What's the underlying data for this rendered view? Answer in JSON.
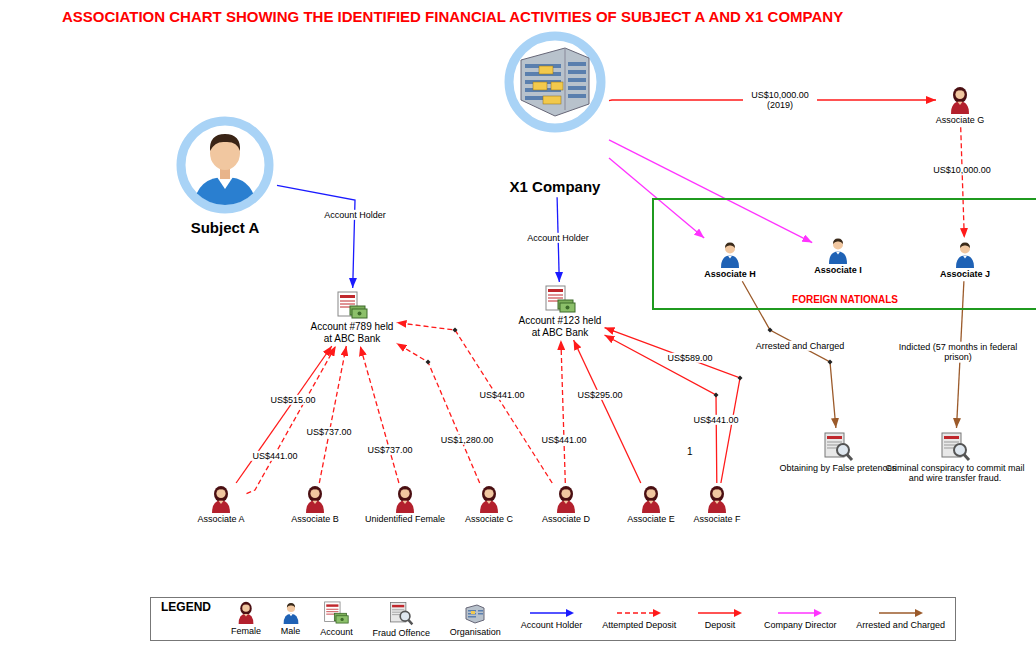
{
  "diagram": {
    "title": "ASSOCIATION CHART SHOWING THE IDENTIFIED FINANCIAL ACTIVITIES OF SUBJECT A  AND X1 COMPANY",
    "nodes": [
      {
        "text": [
          "Subject A"
        ]
      },
      {
        "text": [
          "X1 Company"
        ]
      },
      {
        "text": [
          "Associate G"
        ]
      },
      {
        "text": [
          "FOREIGN NATIONALS"
        ]
      },
      {
        "text": [
          "Associate H"
        ],
        "in": 3
      },
      {
        "text": [
          "Associate I"
        ],
        "in": 3
      },
      {
        "text": [
          "Associate J"
        ],
        "in": 3
      },
      {
        "text": [
          "Account #789 held at ABC Bank"
        ]
      },
      {
        "text": [
          "Account #123 held at ABC Bank"
        ]
      },
      {
        "text": [
          "Obtaining by False pretences"
        ]
      },
      {
        "text": [
          "Criminal conspiracy to commit mail and wire transfer fraud."
        ]
      },
      {
        "text": [
          "Associate A"
        ]
      },
      {
        "text": [
          "Associate B"
        ]
      },
      {
        "text": [
          "Unidentified Female"
        ]
      },
      {
        "text": [
          "Associate C"
        ]
      },
      {
        "text": [
          "Associate D"
        ]
      },
      {
        "text": [
          "Associate E"
        ]
      },
      {
        "text": [
          "Associate F"
        ]
      }
    ],
    "edges": [
      {
        "from": 0,
        "to": 7,
        "label": "Account Holder",
        "arrow": "to"
      },
      {
        "from": 1,
        "to": 8,
        "label": "Account Holder",
        "arrow": "to"
      },
      {
        "from": 1,
        "to": 2,
        "label": "US$10,000.00 (2019)",
        "arrow": "to"
      },
      {
        "from": 2,
        "to": 6,
        "label": "US$10,000.00",
        "arrow": "to"
      },
      {
        "from": 1,
        "to": 4,
        "arrow": "to"
      },
      {
        "from": 1,
        "to": 5,
        "arrow": "to"
      },
      {
        "from": 4,
        "to": 9,
        "label": "Arrested and Charged",
        "arrow": "to"
      },
      {
        "from": 6,
        "to": 10,
        "label": "Indicted (57 months in federal prison)",
        "arrow": "to"
      },
      {
        "from": 11,
        "to": 7,
        "label": "US$515.00",
        "arrow": "to"
      },
      {
        "from": 11,
        "to": 7,
        "label": "US$441.00",
        "arrow": "to"
      },
      {
        "from": 12,
        "to": 7,
        "label": "US$737.00",
        "arrow": "to"
      },
      {
        "from": 13,
        "to": 7,
        "label": "US$737.00",
        "arrow": "to"
      },
      {
        "from": 14,
        "to": 7,
        "label": "US$1,280.00",
        "arrow": "to"
      },
      {
        "from": 15,
        "to": 7,
        "label": "US$441.00",
        "arrow": "to"
      },
      {
        "from": 15,
        "to": 8,
        "label": "US$441.00",
        "arrow": "to"
      },
      {
        "from": 16,
        "to": 8,
        "label": "US$295.00",
        "arrow": "to"
      },
      {
        "from": 17,
        "to": 8,
        "label": "US$589.00",
        "arrow": "to"
      },
      {
        "from": 17,
        "to": 8,
        "label": "US$441.00",
        "arrow": "to"
      }
    ],
    "labels": [
      "1",
      "LEGEND"
    ],
    "legend": [
      {
        "text": "Female"
      },
      {
        "text": "Male"
      },
      {
        "text": "Account"
      },
      {
        "text": "Fraud Offence"
      },
      {
        "text": "Organisation"
      },
      {
        "text": "Account Holder"
      },
      {
        "text": "Attempted Deposit"
      },
      {
        "text": "Deposit"
      },
      {
        "text": "Company Director"
      },
      {
        "text": "Arrested and Charged"
      }
    ]
  }
}
